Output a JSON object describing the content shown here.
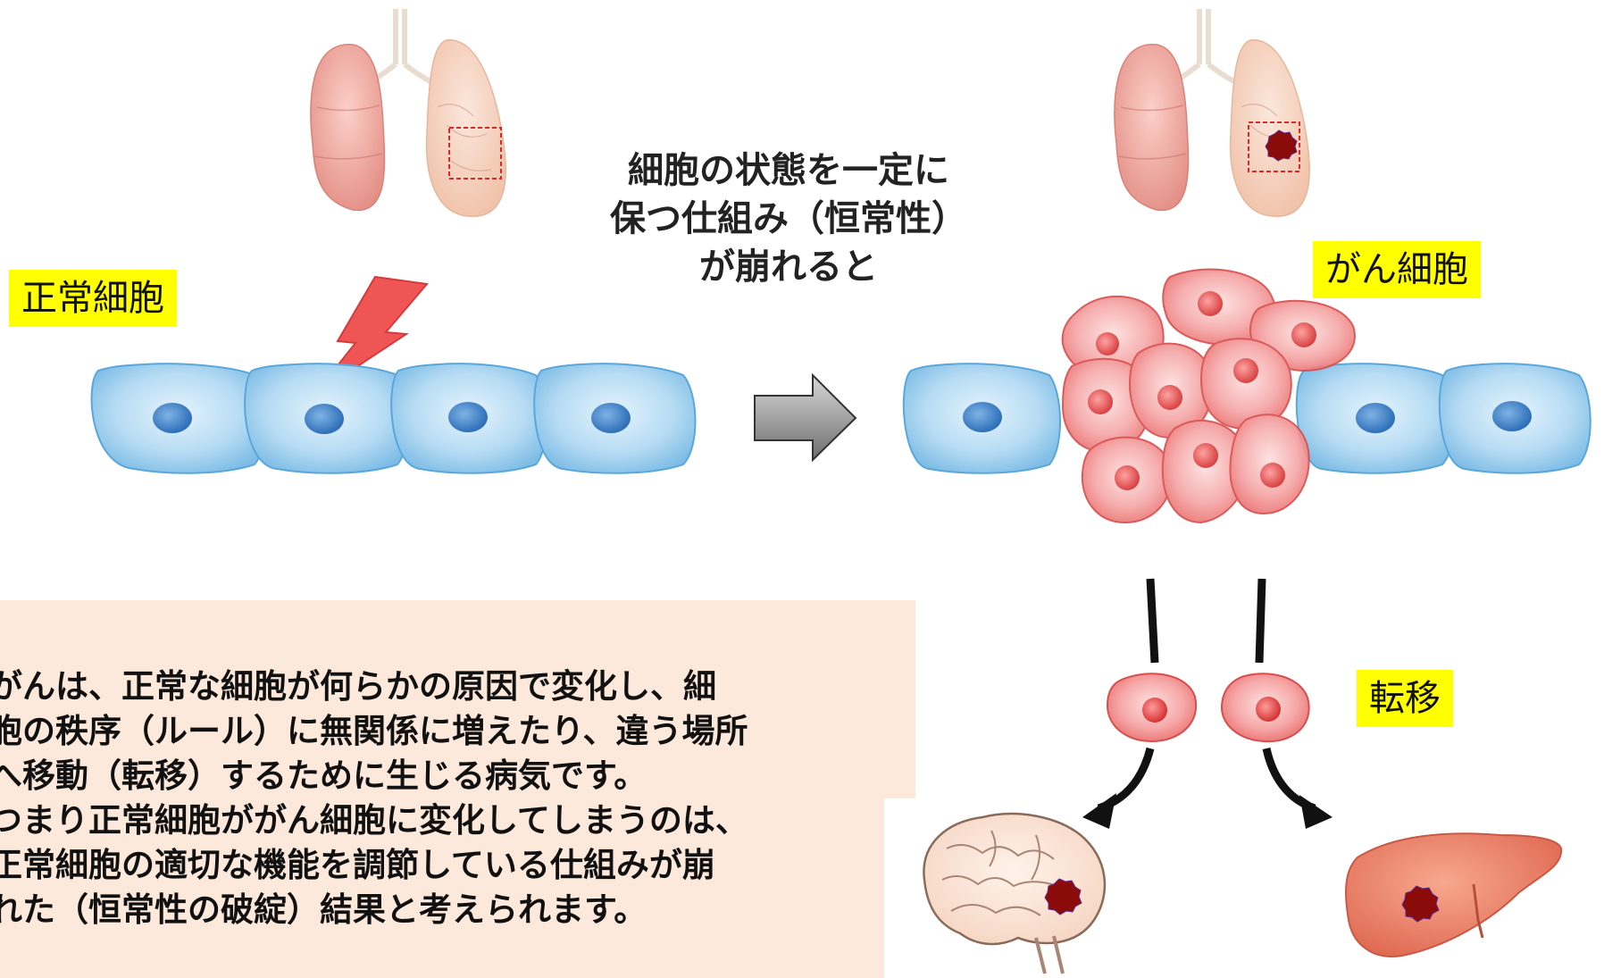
{
  "labels": {
    "normal_cell": "正常細胞",
    "cancer_cell": "がん細胞",
    "metastasis": "転移"
  },
  "caption": {
    "line1": "細胞の状態を一定に",
    "line2": "保つ仕組み（恒常性）",
    "line3": "が崩れると"
  },
  "description": {
    "lines": [
      "がんは、正常な細胞が何らかの原因で変化し、細",
      "胞の秩序（ルール）に無関係に増えたり、違う場所",
      "へ移動（転移）するために生じる病気です。",
      "つまり正常細胞ががん細胞に変化してしまうのは、",
      "正常細胞の適切な機能を調節している仕組みが崩",
      "れた（恒常性の破綻）結果と考えられます。"
    ]
  },
  "colors": {
    "normal_cell": "#a9d4f0",
    "cancer_cell": "#f28a8a",
    "highlight": "#ffff00",
    "textbox_bg": "#fce9dc",
    "tumor": "#8b0a0a"
  }
}
